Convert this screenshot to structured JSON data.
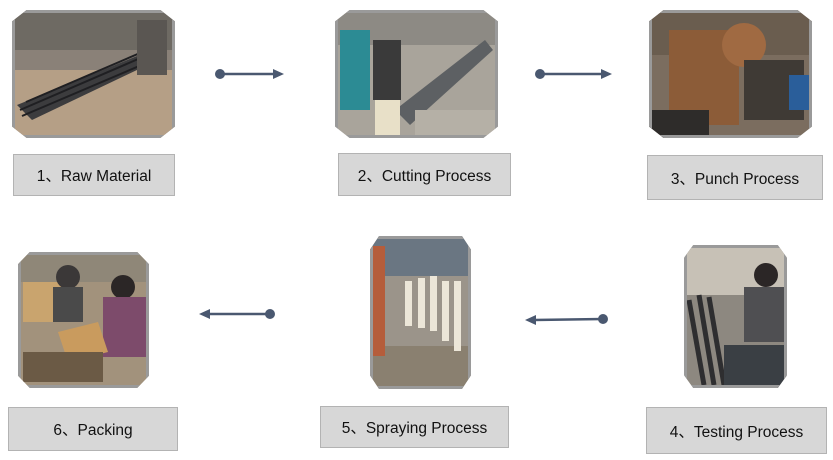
{
  "steps": [
    {
      "label": "1、Raw Material"
    },
    {
      "label": "2、Cutting Process"
    },
    {
      "label": "3、Punch Process"
    },
    {
      "label": "4、Testing Process"
    },
    {
      "label": "5、Spraying Process"
    },
    {
      "label": "6、Packing"
    }
  ],
  "colors": {
    "label_bg": "#d7d7d7",
    "label_border": "#b3b3b3",
    "arrow": "#4a5870",
    "photo_border": "#9a9a9a"
  },
  "icons": {
    "connector": "arrow-with-dot-tail"
  }
}
